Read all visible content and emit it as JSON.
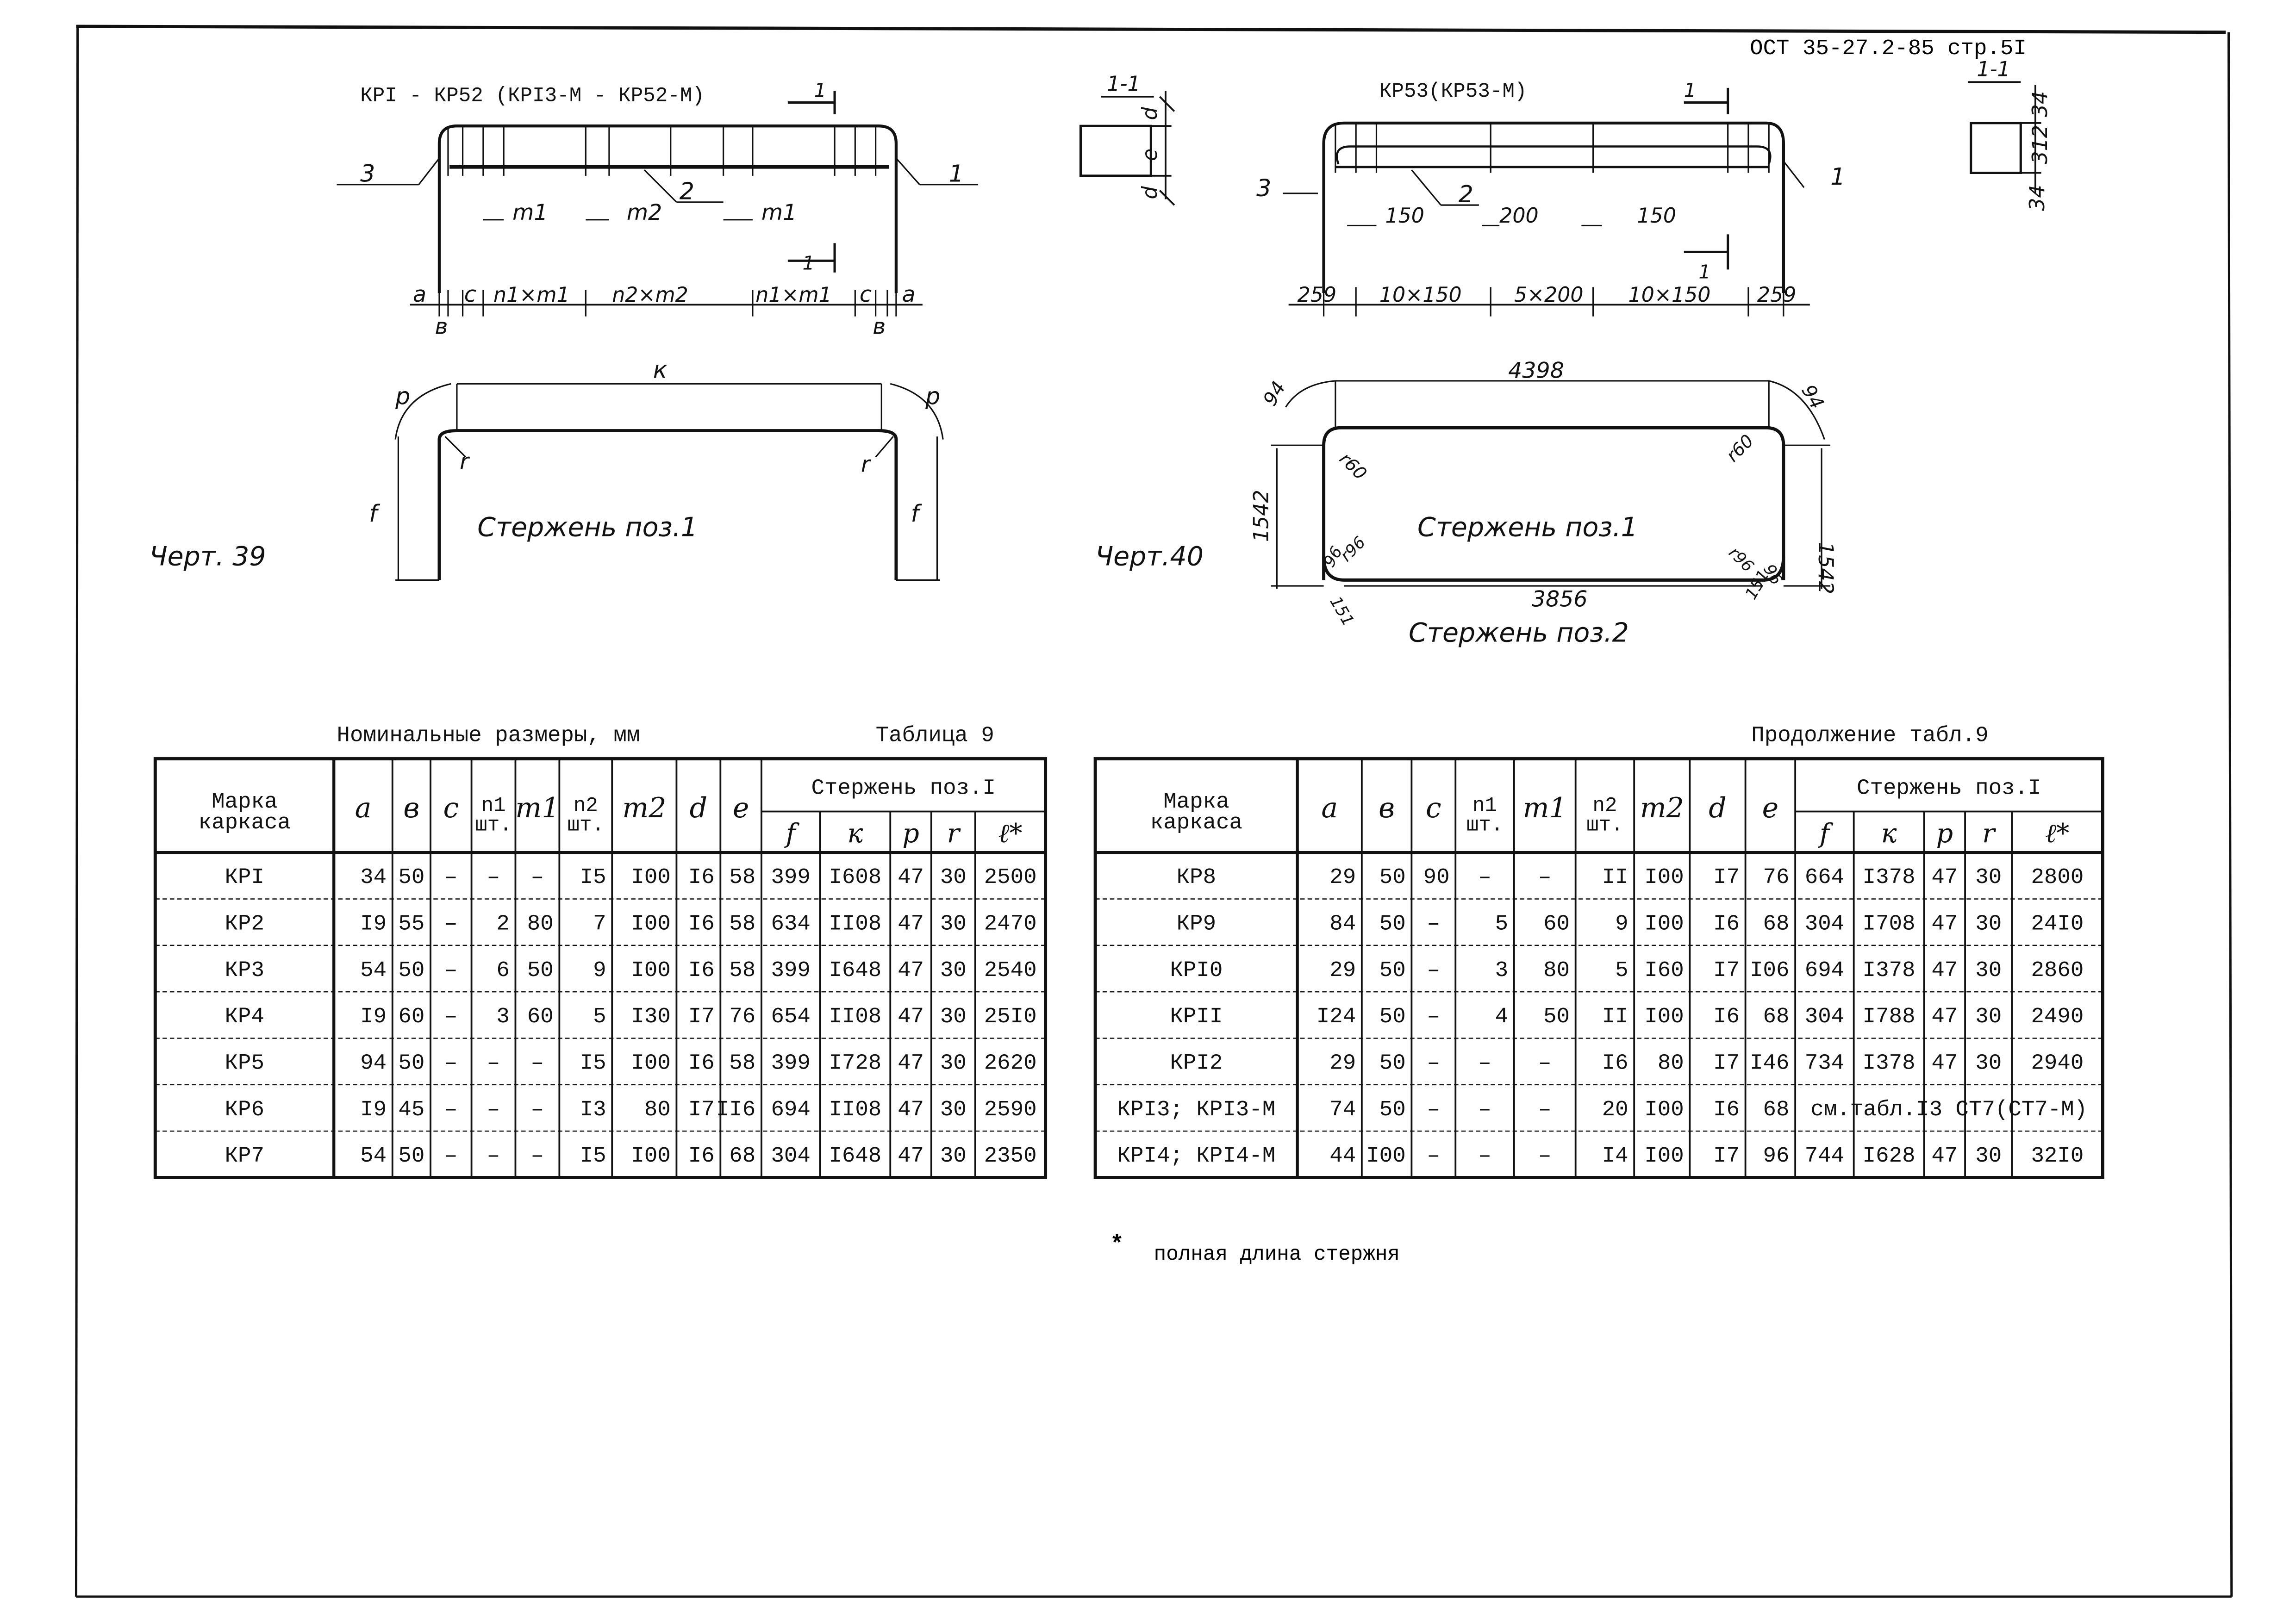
{
  "header": {
    "doc_code": "ОСТ 35-27.2-85 стр.5I"
  },
  "drawing39": {
    "title": "КРI - КР52 (КРI3-М - КР52-М)",
    "pos1": "1",
    "pos2": "2",
    "pos3": "3",
    "section": "1",
    "section_title": "1-1",
    "m1": "m1",
    "m2": "m2",
    "a": "a",
    "b": "в",
    "c": "c",
    "n1m1": "n1×m1",
    "n2m2": "n2×m2",
    "d": "d",
    "e": "e",
    "k": "к",
    "p": "p",
    "r": "r",
    "f": "f",
    "bar_label": "Стержень поз.1",
    "caption": "Черт. 39"
  },
  "drawing40": {
    "title": "КР53(КР53-М)",
    "pos1": "1",
    "pos2": "2",
    "pos3": "3",
    "section": "1",
    "section_title": "1-1",
    "s150": "150",
    "s200": "200",
    "edge": "259",
    "dim_a": "10×150",
    "dim_b": "5×200",
    "top_len": "4398",
    "corner": "94",
    "radius": "r60",
    "height": "1542",
    "bar1_label": "Стержень поз.1",
    "bottom_len": "3856",
    "bar2_label": "Стержень поз.2",
    "small_a": "96",
    "small_r": "r96",
    "small_b": "151",
    "sec_a": "34",
    "sec_b": "312",
    "caption": "Черт.40"
  },
  "table_left": {
    "title": "Номинальные размеры, мм",
    "title_right": "Таблица 9",
    "header": {
      "marka": "Марка\nкаркаса",
      "cols": [
        "a",
        "в",
        "c",
        "n1\nшт.",
        "m1",
        "n2\nшт.",
        "m2",
        "d",
        "e"
      ],
      "group": "Стержень поз.I",
      "sub": [
        "f",
        "к",
        "p",
        "r",
        "ℓ*"
      ]
    },
    "rows": [
      [
        "КРI",
        "34",
        "50",
        "–",
        "–",
        "–",
        "I5",
        "I00",
        "I6",
        "58",
        "399",
        "I608",
        "47",
        "30",
        "2500"
      ],
      [
        "КР2",
        "I9",
        "55",
        "–",
        "2",
        "80",
        "7",
        "I00",
        "I6",
        "58",
        "634",
        "II08",
        "47",
        "30",
        "2470"
      ],
      [
        "КР3",
        "54",
        "50",
        "–",
        "6",
        "50",
        "9",
        "I00",
        "I6",
        "58",
        "399",
        "I648",
        "47",
        "30",
        "2540"
      ],
      [
        "КР4",
        "I9",
        "60",
        "–",
        "3",
        "60",
        "5",
        "I30",
        "I7",
        "76",
        "654",
        "II08",
        "47",
        "30",
        "25I0"
      ],
      [
        "КР5",
        "94",
        "50",
        "–",
        "–",
        "–",
        "I5",
        "I00",
        "I6",
        "58",
        "399",
        "I728",
        "47",
        "30",
        "2620"
      ],
      [
        "КР6",
        "I9",
        "45",
        "–",
        "–",
        "–",
        "I3",
        "80",
        "I7",
        "II6",
        "694",
        "II08",
        "47",
        "30",
        "2590"
      ],
      [
        "КР7",
        "54",
        "50",
        "–",
        "–",
        "–",
        "I5",
        "I00",
        "I6",
        "68",
        "304",
        "I648",
        "47",
        "30",
        "2350"
      ]
    ]
  },
  "table_right": {
    "title": "Продолжение табл.9",
    "header": {
      "marka": "Марка\nкаркаса",
      "cols": [
        "a",
        "в",
        "c",
        "n1\nшт.",
        "m1",
        "n2\nшт.",
        "m2",
        "d",
        "e"
      ],
      "group": "Стержень поз.I",
      "sub": [
        "f",
        "к",
        "p",
        "r",
        "ℓ*"
      ]
    },
    "rows": [
      [
        "КР8",
        "29",
        "50",
        "90",
        "–",
        "–",
        "II",
        "I00",
        "I7",
        "76",
        "664",
        "I378",
        "47",
        "30",
        "2800"
      ],
      [
        "КР9",
        "84",
        "50",
        "–",
        "5",
        "60",
        "9",
        "I00",
        "I6",
        "68",
        "304",
        "I708",
        "47",
        "30",
        "24I0"
      ],
      [
        "КРI0",
        "29",
        "50",
        "–",
        "3",
        "80",
        "5",
        "I60",
        "I7",
        "I06",
        "694",
        "I378",
        "47",
        "30",
        "2860"
      ],
      [
        "КРII",
        "I24",
        "50",
        "–",
        "4",
        "50",
        "II",
        "I00",
        "I6",
        "68",
        "304",
        "I788",
        "47",
        "30",
        "2490"
      ],
      [
        "КРI2",
        "29",
        "50",
        "–",
        "–",
        "–",
        "I6",
        "80",
        "I7",
        "I46",
        "734",
        "I378",
        "47",
        "30",
        "2940"
      ],
      [
        "КРI3; КРI3-М",
        "74",
        "50",
        "–",
        "–",
        "–",
        "20",
        "I00",
        "I6",
        "68",
        "см.табл.I3 СТ7(СТ7-М)"
      ],
      [
        "КРI4; КРI4-М",
        "44",
        "I00",
        "–",
        "–",
        "–",
        "I4",
        "I00",
        "I7",
        "96",
        "744",
        "I628",
        "47",
        "30",
        "32I0"
      ]
    ]
  },
  "footnote": {
    "mark": "*",
    "text": "полная длина стержня"
  }
}
